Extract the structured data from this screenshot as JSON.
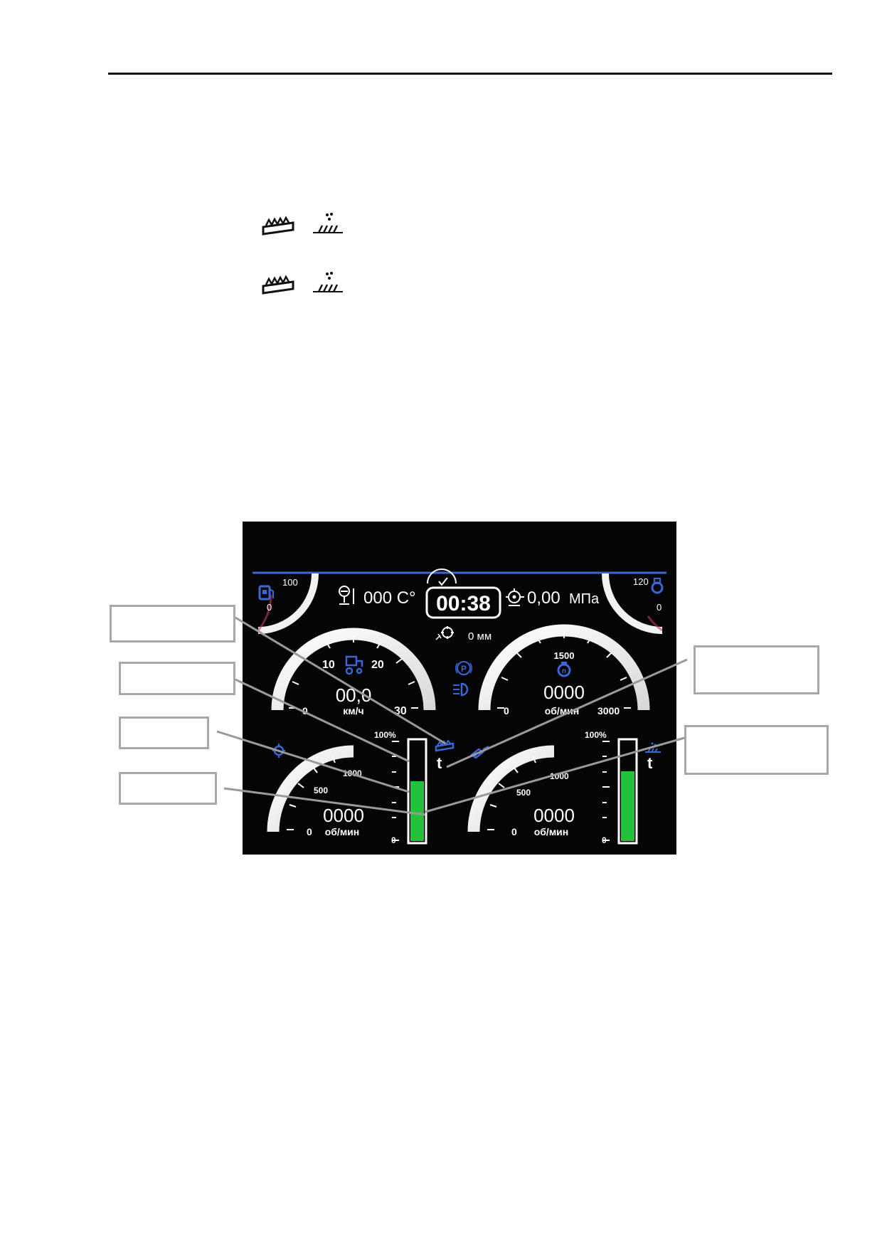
{
  "page": {
    "icon_rows": [
      {
        "icons": [
          "grain-header-icon",
          "sieve-icon"
        ]
      },
      {
        "icons": [
          "grain-header-icon",
          "sieve-icon"
        ]
      }
    ]
  },
  "dashboard": {
    "colors": {
      "background": "#050505",
      "accent": "#3b66d6",
      "gauge": "#f2f2f2",
      "level_fill": "#22c33a",
      "text": "#ffffff"
    },
    "clock": "00:38",
    "temperature": {
      "value": "000 C°"
    },
    "pressure": {
      "value": "0,00",
      "unit": "МПа"
    },
    "gap": {
      "value": "0 мм"
    },
    "fuel": {
      "max": "100",
      "min": "0",
      "level_fraction": 0
    },
    "coolant": {
      "max": "120",
      "min": "0",
      "level_fraction": 0
    },
    "speed": {
      "tick_0": "0",
      "tick_10": "10",
      "tick_20": "20",
      "tick_30": "30",
      "value": "00,0",
      "unit": "км/ч"
    },
    "engine": {
      "tick_0": "0",
      "tick_1500": "1500",
      "tick_3000": "3000",
      "value": "0000",
      "unit": "об/мин"
    },
    "drum_left": {
      "tick_0": "0",
      "tick_500": "500",
      "tick_1000": "1000",
      "value": "0000",
      "unit": "об/мин"
    },
    "drum_right": {
      "tick_0": "0",
      "tick_500": "500",
      "tick_1000": "1000",
      "value": "0000",
      "unit": "об/мин"
    },
    "bar_left": {
      "top_label": "100%",
      "bottom_label": "0",
      "level_percent": 60,
      "t_label": "t"
    },
    "bar_right": {
      "top_label": "100%",
      "bottom_label": "0",
      "level_percent": 70,
      "t_label": "t"
    },
    "indicators": {
      "parking": "P"
    }
  }
}
